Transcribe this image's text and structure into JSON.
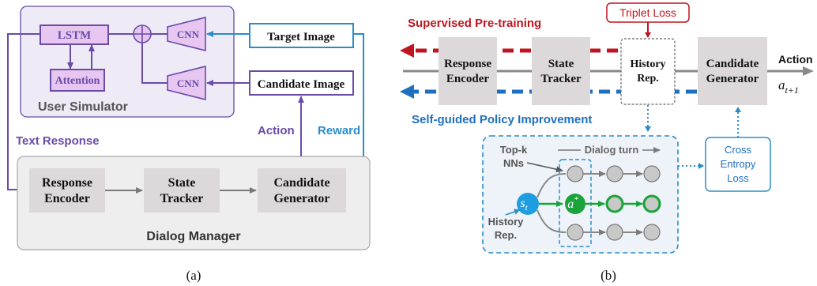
{
  "panel_a": {
    "user_simulator": {
      "title": "User Simulator",
      "lstm": "LSTM",
      "attention": "Attention",
      "cnn_top": "CNN",
      "cnn_bottom": "CNN"
    },
    "target_image": "Target Image",
    "candidate_image": "Candidate Image",
    "text_response": "Text Response",
    "action": "Action",
    "reward": "Reward",
    "dialog_manager": {
      "title": "Dialog Manager",
      "response_encoder": [
        "Response",
        "Encoder"
      ],
      "state_tracker": [
        "State",
        "Tracker"
      ],
      "candidate_generator": [
        "Candidate",
        "Generator"
      ]
    },
    "caption": "(a)"
  },
  "panel_b": {
    "triplet_loss": "Triplet Loss",
    "supervised": "Supervised Pre-training",
    "self_guided": "Self-guided Policy Improvement",
    "response_encoder": [
      "Response",
      "Encoder"
    ],
    "state_tracker": [
      "State",
      "Tracker"
    ],
    "history_rep": [
      "History",
      "Rep."
    ],
    "candidate_generator": [
      "Candidate",
      "Generator"
    ],
    "action_label": "Action",
    "action_symbol": "a",
    "action_subscript": "t+1",
    "topk": [
      "Top-k",
      "NNs"
    ],
    "dialog_turn": "Dialog turn",
    "history_rep_small": [
      "History",
      "Rep."
    ],
    "state_symbol": "s",
    "state_subscript": "t",
    "best_action_symbol": "a",
    "best_action_superscript": "*",
    "cross_entropy": [
      "Cross",
      "Entropy",
      "Loss"
    ],
    "caption": "(b)"
  },
  "colors": {
    "purple": "#6a4ba8",
    "purple_fill": "#e7c6f2",
    "sim_bg": "#eeeaf6",
    "dm_bg": "#eeeeee",
    "teal": "#2b8cc9",
    "blue_dash": "#1f6fc0",
    "red": "#c0141f",
    "green": "#1aa33a",
    "gray_box": "#ddd9db",
    "gray_node": "#c8c8c8"
  }
}
